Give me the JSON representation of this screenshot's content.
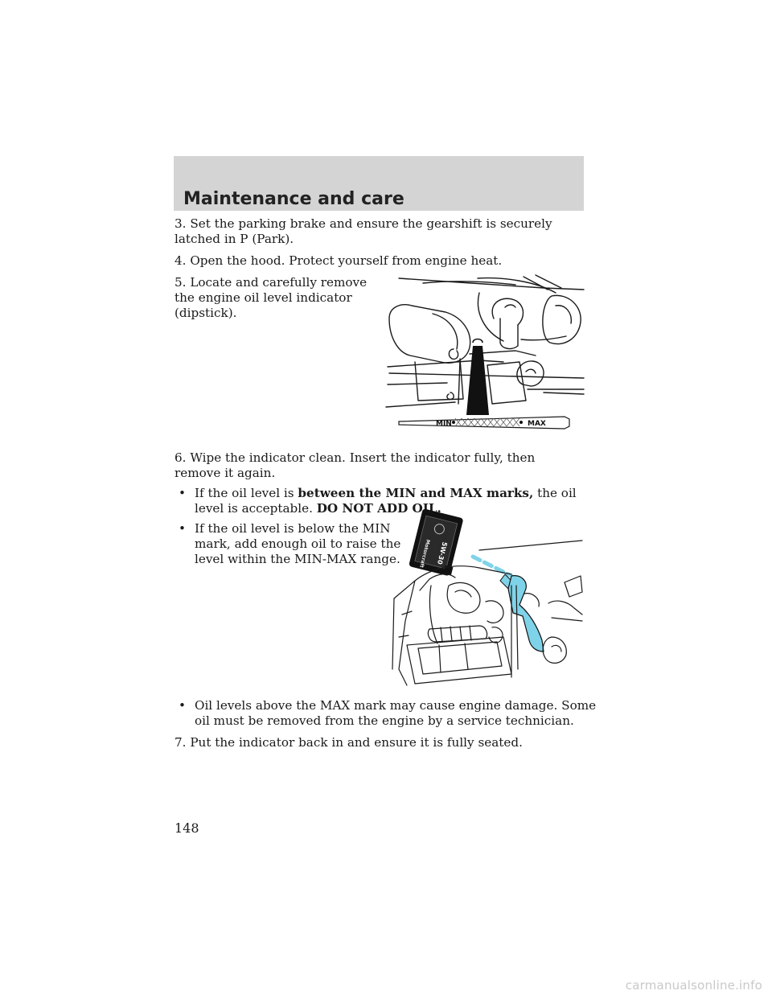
{
  "header": {
    "title": "Maintenance and care",
    "band_color": "#d4d4d4"
  },
  "steps": {
    "step3": "3. Set the parking brake and ensure the gearshift is securely latched in P (Park).",
    "step4": "4. Open the hood. Protect yourself from engine heat.",
    "step5": "5. Locate and carefully remove the engine oil level indicator (dipstick).",
    "step6": "6. Wipe the indicator clean. Insert the indicator fully, then remove it again.",
    "step7": "7. Put the indicator back in and ensure it is fully seated."
  },
  "bullets": {
    "symbol": "•",
    "b1_pre": "If the oil level is ",
    "b1_bold": "between the MIN and MAX marks,",
    "b1_mid": " the oil level is acceptable. ",
    "b1_bold2": "DO NOT ADD OIL.",
    "b2": "If the oil level is below the MIN mark, add enough oil to raise the level within the MIN-MAX range.",
    "b3": "Oil levels above the MAX mark may cause engine damage. Some oil must be removed from the engine by a service technician."
  },
  "figures": {
    "dipstick": {
      "min_label": "MIN",
      "max_label": "MAX"
    },
    "oil_fill": {
      "bottle_brand": "Motorcraft",
      "bottle_grade": "5W-30",
      "pour_color": "#7fd3e8"
    }
  },
  "page_number": "148",
  "watermark": "carmanualsonline.info"
}
